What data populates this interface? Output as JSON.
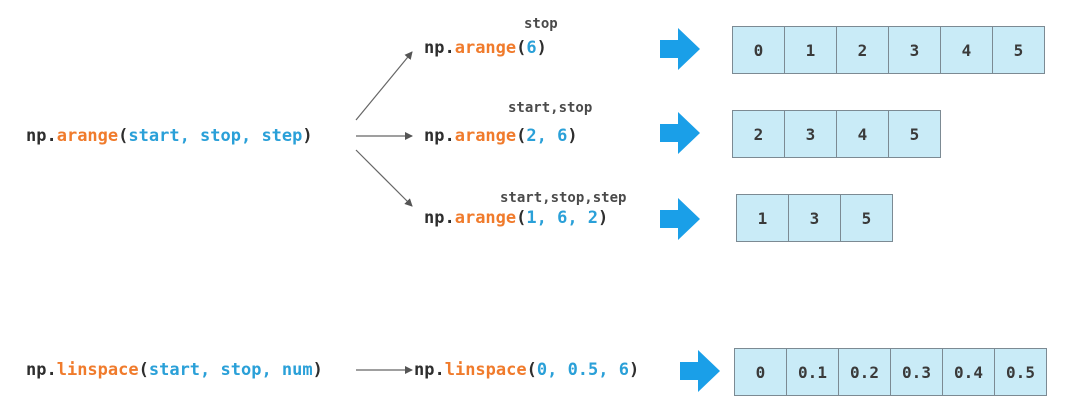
{
  "arange": {
    "main": {
      "prefix": "np.",
      "fn": "arange",
      "open": "(",
      "args": "start, stop, step",
      "close": ")"
    },
    "examples": [
      {
        "label": "stop",
        "prefix": "np.",
        "fn": "arange",
        "open": "(",
        "args": "6",
        "close": ")",
        "values": [
          "0",
          "1",
          "2",
          "3",
          "4",
          "5"
        ]
      },
      {
        "label": "start,stop",
        "prefix": "np.",
        "fn": "arange",
        "open": "(",
        "args": "2, 6",
        "close": ")",
        "values": [
          "2",
          "3",
          "4",
          "5"
        ]
      },
      {
        "label": "start,stop,step",
        "prefix": "np.",
        "fn": "arange",
        "open": "(",
        "args": "1, 6, 2",
        "close": ")",
        "values": [
          "1",
          "3",
          "5"
        ]
      }
    ]
  },
  "linspace": {
    "main": {
      "prefix": "np.",
      "fn": "linspace",
      "open": "(",
      "args": "start, stop, num",
      "close": ")"
    },
    "example": {
      "prefix": "np.",
      "fn": "linspace",
      "open": "(",
      "args": "0, 0.5, 6",
      "close": ")",
      "values": [
        "0",
        "0.1",
        "0.2",
        "0.3",
        "0.4",
        "0.5"
      ]
    }
  },
  "colors": {
    "function": "#f07b2c",
    "argument": "#2aa0d8",
    "cell_fill": "#c9ebf7",
    "big_arrow": "#1a9fe8"
  },
  "icons": {
    "connector": "thin-arrow-icon",
    "result": "thick-right-arrow-icon"
  }
}
